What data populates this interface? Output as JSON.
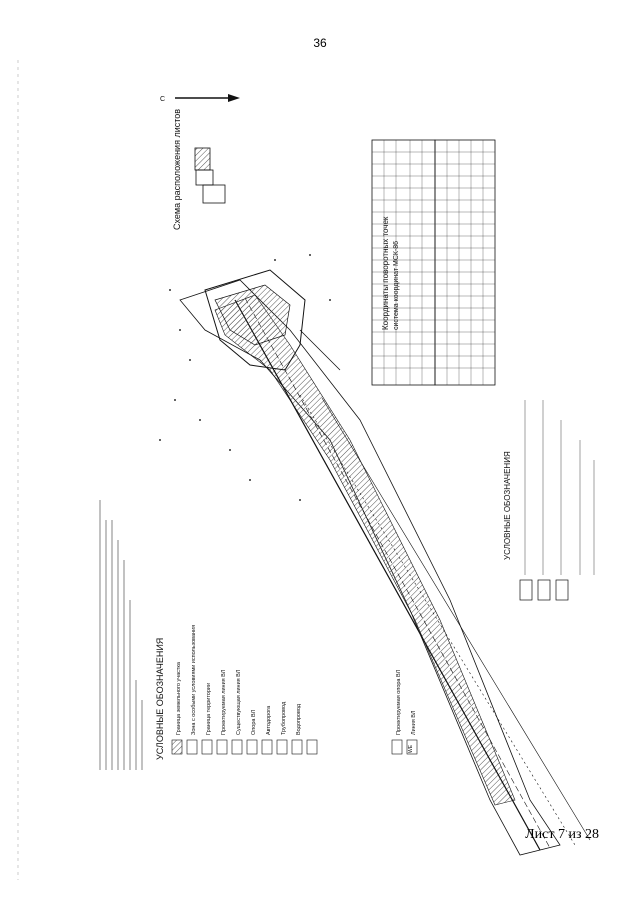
{
  "page": {
    "page_number": "36",
    "sheet_label": "Лист 7 из 28"
  },
  "legend_left": {
    "title": "УСЛОВНЫЕ ОБОЗНАЧЕНИЯ",
    "items": [
      "Граница земельного участка",
      "Зона с особыми условиями использования",
      "Граница территории",
      "Проектируемая линия ВЛ",
      "Существующая линия ВЛ",
      "Опора ВЛ",
      "Автодорога",
      "Трубопровод",
      "Водопровод",
      "Проектируемая опора ВЛ",
      "Линия ВЛ"
    ]
  },
  "legend_bottom": {
    "title": "УСЛОВНЫЕ ОБОЗНАЧЕНИЯ"
  },
  "scheme_label": "Схема расположения листов",
  "coords_table": {
    "title": "Координаты поворотных точек",
    "subtitle": "система координат МСК-86"
  },
  "colors": {
    "ink": "#111111",
    "paper": "#ffffff",
    "hatch": "#555555"
  }
}
